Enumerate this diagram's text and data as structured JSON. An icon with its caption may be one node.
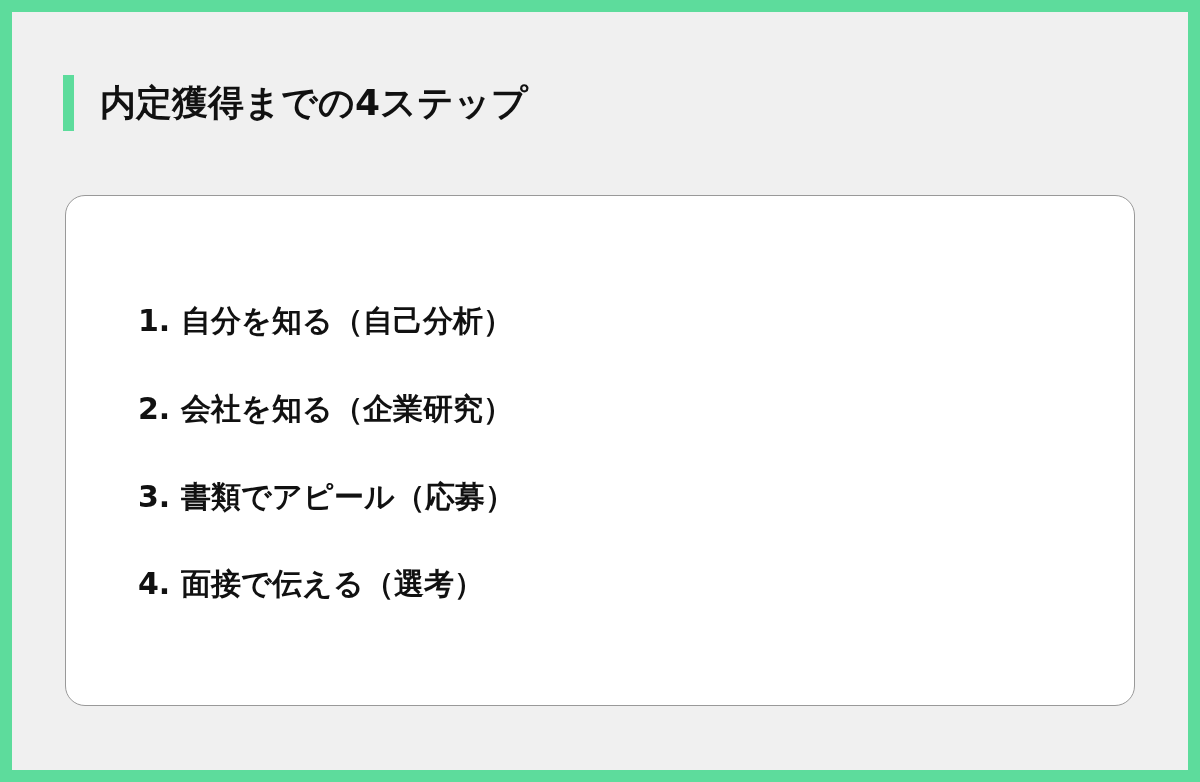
{
  "diagram": {
    "title": "内定獲得までの4ステップ",
    "nodes": [
      {
        "text": [
          "1. 自分を知る（自己分析）",
          "2. 会社を知る（企業研究）",
          "3. 書類でアピール（応募）",
          "4. 面接で伝える（選考）"
        ]
      }
    ],
    "edges": []
  }
}
